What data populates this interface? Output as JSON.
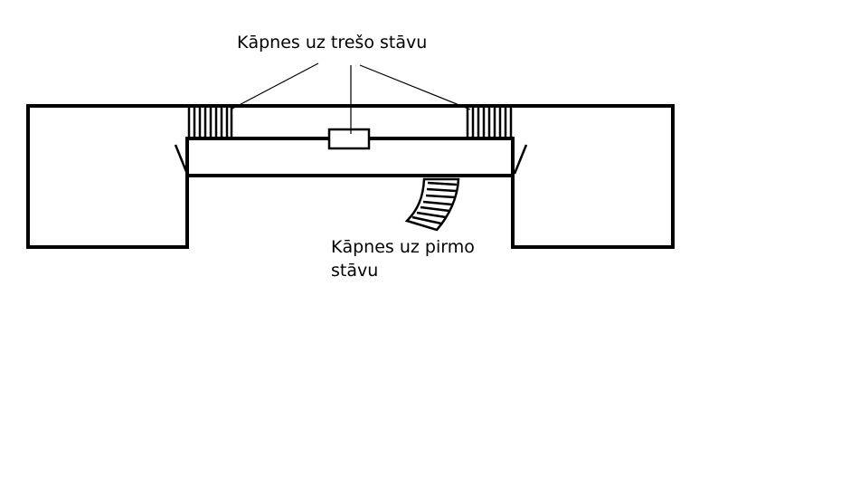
{
  "labels": {
    "third_floor_stairs": "Kāpnes uz trešo stāvu",
    "first_floor_stairs_line1": "Kāpnes uz pirmo",
    "first_floor_stairs_line2": "stāvu"
  },
  "colors": {
    "stroke": "#000000",
    "background": "#ffffff"
  }
}
